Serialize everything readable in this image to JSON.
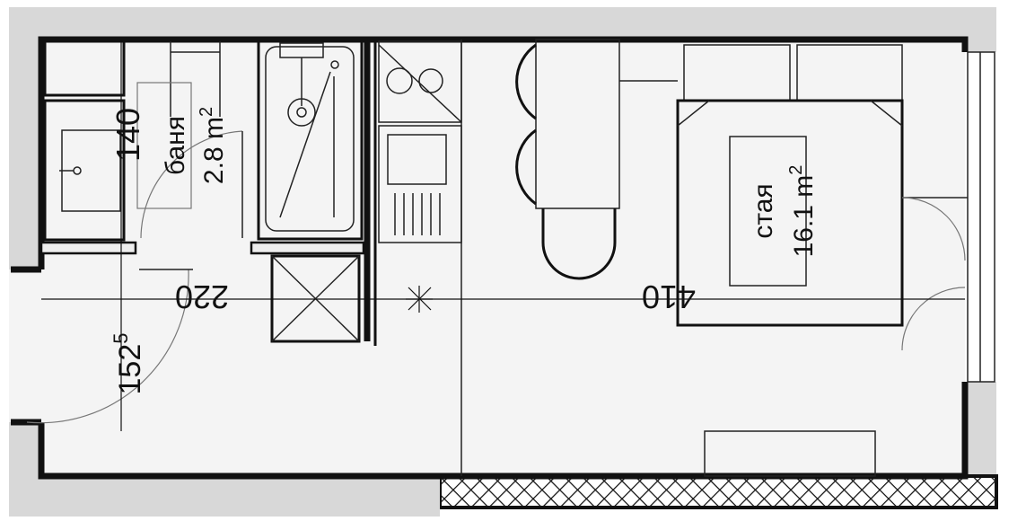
{
  "rooms": {
    "bathroom": {
      "name": "баня",
      "area": "2.8 m",
      "area_unit_sup": "2"
    },
    "room": {
      "name": "стая",
      "area": "16.1 m",
      "area_unit_sup": "2"
    }
  },
  "dimensions": {
    "bath_width": "140",
    "hall_length": "220",
    "room_length": "410",
    "entry_width": "152",
    "entry_width_sup": "5"
  },
  "colors": {
    "wall": "#d8d8d8",
    "floor": "#f4f4f4",
    "line": "#111111"
  }
}
